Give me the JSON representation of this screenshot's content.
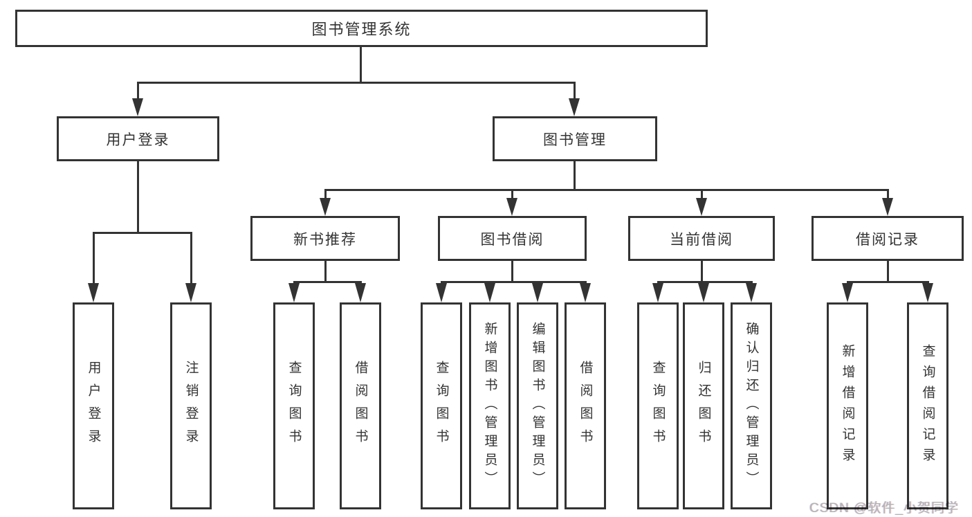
{
  "diagram": {
    "root": {
      "label": "图书管理系统"
    },
    "branches": [
      {
        "label": "用户登录",
        "children": [
          {
            "label": "用户登录"
          },
          {
            "label": "注销登录"
          }
        ]
      },
      {
        "label": "图书管理",
        "children": [
          {
            "label": "新书推荐",
            "children": [
              {
                "label": "查询图书"
              },
              {
                "label": "借阅图书"
              }
            ]
          },
          {
            "label": "图书借阅",
            "children": [
              {
                "label": "查询图书"
              },
              {
                "label": "新增图书（管理员）"
              },
              {
                "label": "编辑图书（管理员）"
              },
              {
                "label": "借阅图书"
              }
            ]
          },
          {
            "label": "当前借阅",
            "children": [
              {
                "label": "查询图书"
              },
              {
                "label": "归还图书"
              },
              {
                "label": "确认归还（管理员）"
              }
            ]
          },
          {
            "label": "借阅记录",
            "children": [
              {
                "label": "新增借阅记录"
              },
              {
                "label": "查询借阅记录"
              }
            ]
          }
        ]
      }
    ]
  },
  "watermark": {
    "text": "CSDN @软件_小贺同学"
  },
  "colors": {
    "line": "#333333",
    "text": "#333333",
    "node_fill": "#ffffff",
    "background": "#ffffff",
    "watermark_text": "#b3b3b3"
  }
}
